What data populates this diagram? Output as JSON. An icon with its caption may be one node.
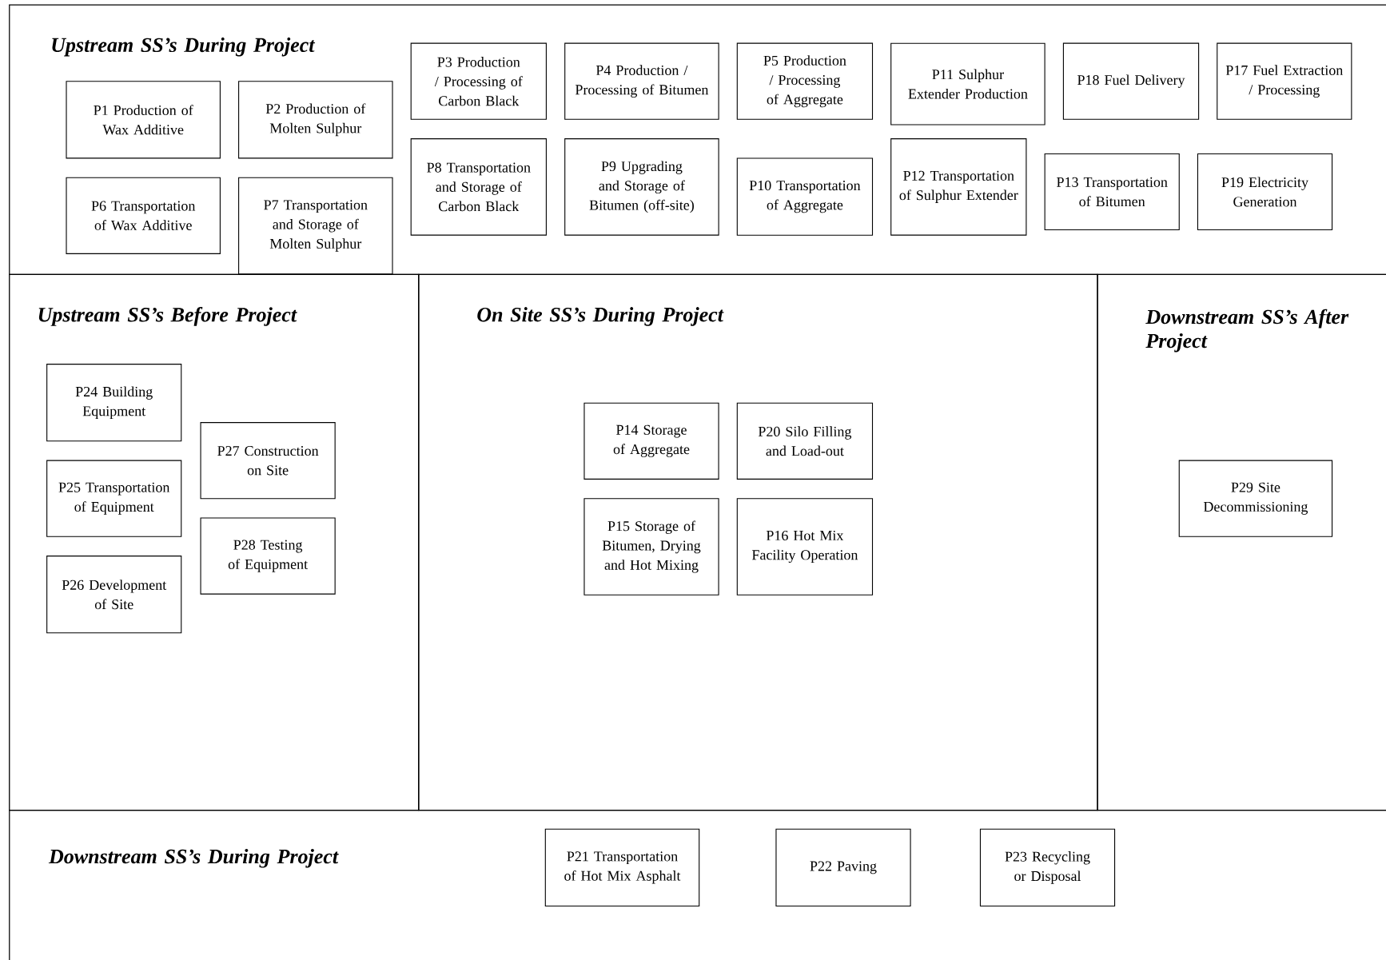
{
  "diagram": {
    "nodes": [
      {
        "text": [
          "Upstream SS’s During Project"
        ]
      },
      {
        "text": [
          "P1 Production of Wax Additive"
        ],
        "in": 0
      },
      {
        "text": [
          "P2 Production of Molten Sulphur"
        ],
        "in": 0
      },
      {
        "text": [
          "P3 Production / Processing of Carbon Black"
        ],
        "in": 0
      },
      {
        "text": [
          "P4 Production / Processing of Bitumen"
        ],
        "in": 0
      },
      {
        "text": [
          "P5 Production / Processing of Aggregate"
        ],
        "in": 0
      },
      {
        "text": [
          "P11 Sulphur Extender Production"
        ],
        "in": 0
      },
      {
        "text": [
          "P18 Fuel Delivery"
        ],
        "in": 0
      },
      {
        "text": [
          "P17 Fuel Extraction / Processing"
        ],
        "in": 0
      },
      {
        "text": [
          "P6 Transportation of Wax Additive"
        ],
        "in": 0
      },
      {
        "text": [
          "P7 Transportation and Storage of Molten Sulphur"
        ],
        "in": 0
      },
      {
        "text": [
          "P8 Transportation and Storage of Carbon Black"
        ],
        "in": 0
      },
      {
        "text": [
          "P9 Upgrading and Storage of Bitumen (off-site)"
        ],
        "in": 0
      },
      {
        "text": [
          "P10 Transportation of Aggregate"
        ],
        "in": 0
      },
      {
        "text": [
          "P12 Transportation of Sulphur Extender"
        ],
        "in": 0
      },
      {
        "text": [
          "P13 Transportation of Bitumen"
        ],
        "in": 0
      },
      {
        "text": [
          "P19 Electricity Generation"
        ],
        "in": 0
      },
      {
        "text": [
          "Upstream SS’s Before Project"
        ]
      },
      {
        "text": [
          "P24 Building Equipment"
        ],
        "in": 17
      },
      {
        "text": [
          "P27 Construction on Site"
        ],
        "in": 17
      },
      {
        "text": [
          "P25 Transportation of Equipment"
        ],
        "in": 17
      },
      {
        "text": [
          "P28 Testing of Equipment"
        ],
        "in": 17
      },
      {
        "text": [
          "P26 Development of Site"
        ],
        "in": 17
      },
      {
        "text": [
          "On Site SS’s During Project"
        ]
      },
      {
        "text": [
          "P14 Storage of Aggregate"
        ],
        "in": 23
      },
      {
        "text": [
          "P20 Silo Filling and Load-out"
        ],
        "in": 23
      },
      {
        "text": [
          "P15 Storage of Bitumen, Drying and Hot Mixing"
        ],
        "in": 23
      },
      {
        "text": [
          "P16 Hot Mix Facility Operation"
        ],
        "in": 23
      },
      {
        "text": [
          "Downstream SS’s After Project"
        ]
      },
      {
        "text": [
          "P29 Site Decommissioning"
        ],
        "in": 28
      },
      {
        "text": [
          "Downstream SS’s During Project"
        ]
      },
      {
        "text": [
          "P21 Transportation of Hot Mix Asphalt"
        ],
        "in": 30
      },
      {
        "text": [
          "P22 Paving"
        ],
        "in": 30
      },
      {
        "text": [
          "P23 Recycling or Disposal"
        ],
        "in": 30
      }
    ]
  }
}
